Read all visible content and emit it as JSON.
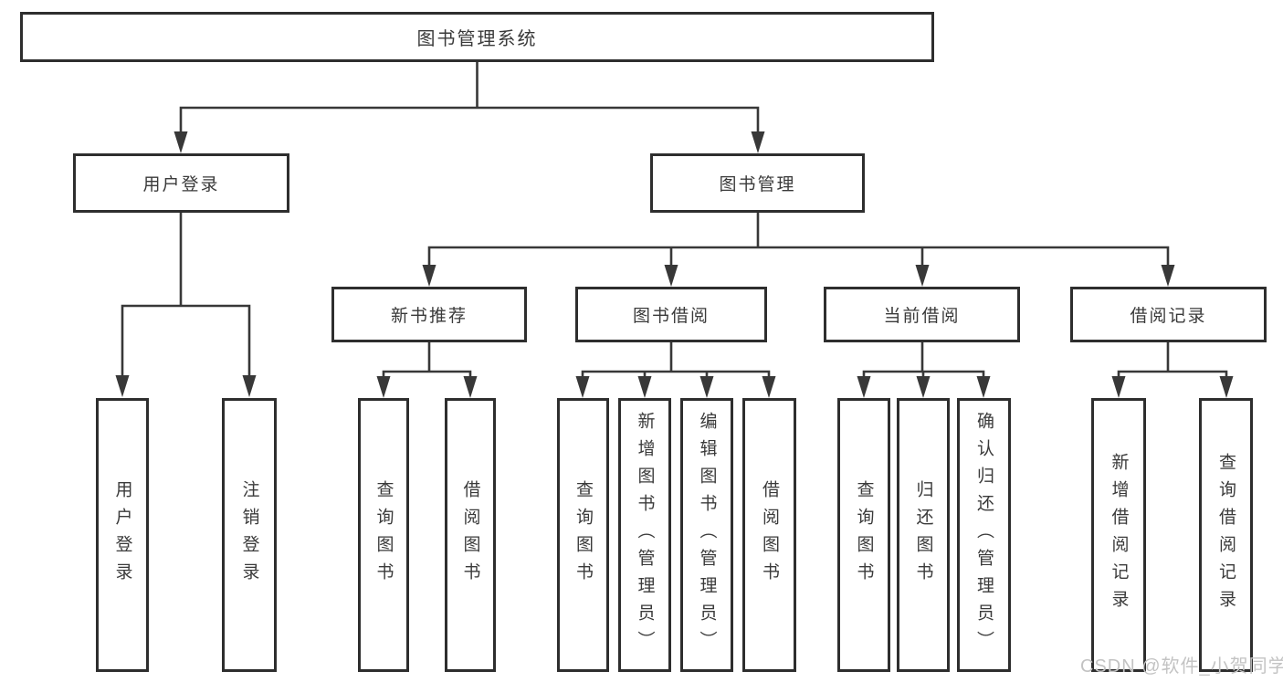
{
  "diagram": {
    "type": "hierarchy-structure-chart",
    "root": "图书管理系统",
    "l2": [
      "用户登录",
      "图书管理"
    ],
    "l3": [
      "新书推荐",
      "图书借阅",
      "当前借阅",
      "借阅记录"
    ],
    "leaves": [
      "用户登录",
      "注销登录",
      "查询图书",
      "借阅图书",
      "查询图书",
      "新增图书（管理员）",
      "编辑图书（管理员）",
      "借阅图书",
      "查询图书",
      "归还图书",
      "确认归还（管理员）",
      "新增借阅记录",
      "查询借阅记录"
    ],
    "edges": [
      "图书管理系统 -> 用户登录",
      "图书管理系统 -> 图书管理",
      "用户登录 -> 用户登录(叶), 注销登录",
      "图书管理 -> 新书推荐, 图书借阅, 当前借阅, 借阅记录",
      "新书推荐 -> 查询图书, 借阅图书",
      "图书借阅 -> 查询图书, 新增图书（管理员）, 编辑图书（管理员）, 借阅图书",
      "当前借阅 -> 查询图书, 归还图书, 确认归还（管理员）",
      "借阅记录 -> 新增借阅记录, 查询借阅记录"
    ]
  },
  "watermark": "CSDN @软件_小贺同学",
  "colors": {
    "line": "#383838",
    "border": "#2e2e2e",
    "text": "#3a3a3a",
    "watermark": "#c3c3c3",
    "background": "#ffffff"
  }
}
